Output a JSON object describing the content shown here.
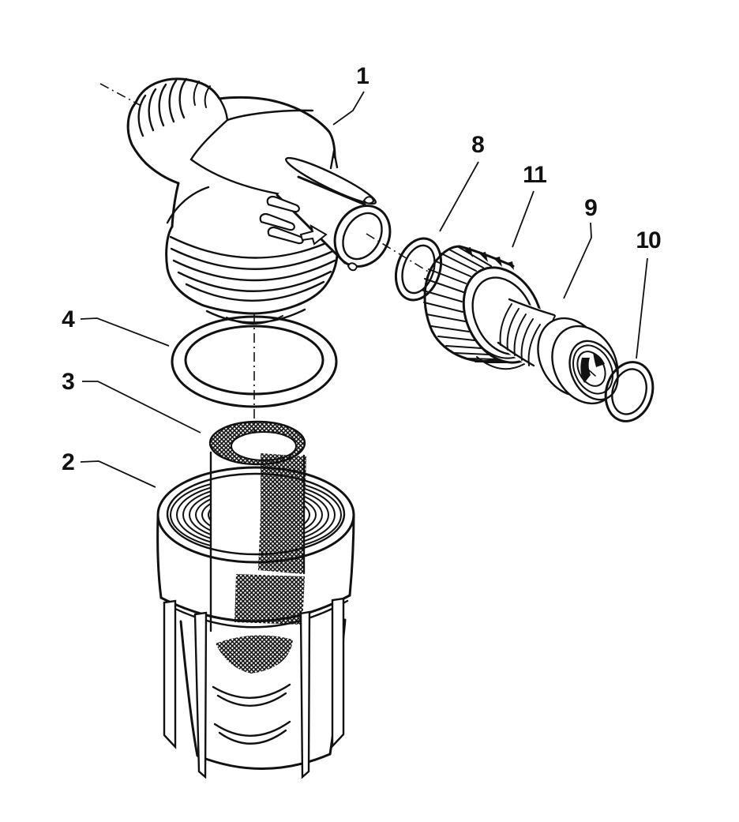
{
  "figure": {
    "type": "exploded-parts-diagram",
    "background": "#ffffff",
    "ink": "#111111",
    "callouts": [
      {
        "ref": "1"
      },
      {
        "ref": "2"
      },
      {
        "ref": "3"
      },
      {
        "ref": "4"
      },
      {
        "ref": "8"
      },
      {
        "ref": "9"
      },
      {
        "ref": "10"
      },
      {
        "ref": "11"
      }
    ]
  }
}
